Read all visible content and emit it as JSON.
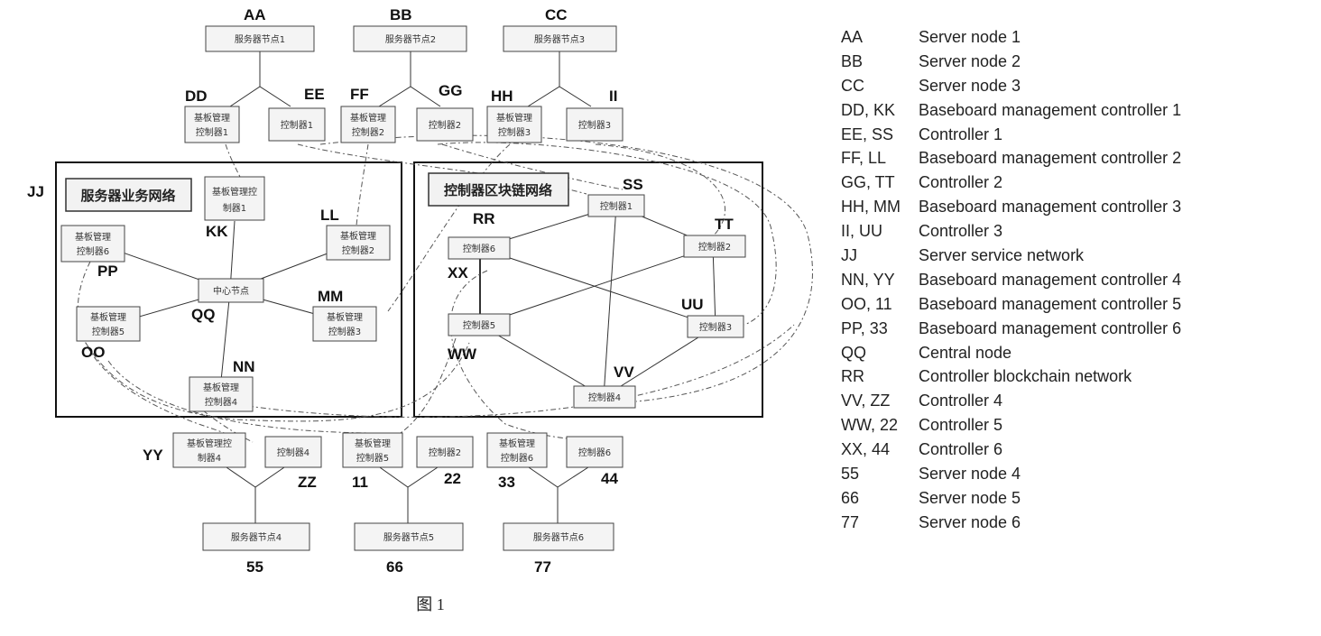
{
  "labels": {
    "AA": "AA",
    "BB": "BB",
    "CC": "CC",
    "DD": "DD",
    "EE": "EE",
    "FF": "FF",
    "GG": "GG",
    "HH": "HH",
    "II": "II",
    "JJ": "JJ",
    "KK": "KK",
    "LL": "LL",
    "MM": "MM",
    "NN": "NN",
    "OO": "OO",
    "PP": "PP",
    "QQ": "QQ",
    "RR": "RR",
    "SS": "SS",
    "TT": "TT",
    "UU": "UU",
    "VV": "VV",
    "WW": "WW",
    "XX": "XX",
    "YY": "YY",
    "ZZ": "ZZ",
    "L11": "11",
    "L22": "22",
    "L33": "33",
    "L44": "44",
    "L55": "55",
    "L66": "66",
    "L77": "77"
  },
  "boxes": {
    "server1": "服务器节点1",
    "server2": "服务器节点2",
    "server3": "服务器节点3",
    "server4": "服务器节点4",
    "server5": "服务器节点5",
    "server6": "服务器节点6",
    "bmc1_top": [
      "基板管理",
      "控制器1"
    ],
    "ctrl1_top": "控制器1",
    "bmc2_top": [
      "基板管理",
      "控制器2"
    ],
    "ctrl2_top": "控制器2",
    "bmc3_top": [
      "基板管理",
      "控制器3"
    ],
    "ctrl3_top": "控制器3",
    "ssn_bmc1": [
      "基板管理控",
      "制器1"
    ],
    "ssn_bmc2": [
      "基板管理",
      "控制器2"
    ],
    "ssn_bmc3": [
      "基板管理",
      "控制器3"
    ],
    "ssn_bmc4": [
      "基板管理",
      "控制器4"
    ],
    "ssn_bmc5": [
      "基板管理",
      "控制器5"
    ],
    "ssn_bmc6": [
      "基板管理",
      "控制器6"
    ],
    "center": "中心节点",
    "cbn_ctrl1": "控制器1",
    "cbn_ctrl2": "控制器2",
    "cbn_ctrl3": "控制器3",
    "cbn_ctrl4": "控制器4",
    "cbn_ctrl5": "控制器5",
    "cbn_ctrl6": "控制器6",
    "bmc4_bot": [
      "基板管理控",
      "制器4"
    ],
    "ctrl4_bot": "控制器4",
    "bmc5_bot": [
      "基板管理",
      "控制器5"
    ],
    "ctrl5_bot": "控制器2",
    "bmc6_bot": [
      "基板管理",
      "控制器6"
    ],
    "ctrl6_bot": "控制器6"
  },
  "network_titles": {
    "server_service": "服务器业务网络",
    "controller_blockchain": "控制器区块链网络"
  },
  "caption": "图 1",
  "legend": [
    {
      "code": "AA",
      "text": "Server node 1"
    },
    {
      "code": "BB",
      "text": "Server node 2"
    },
    {
      "code": "CC",
      "text": "Server node 3"
    },
    {
      "code": "DD, KK",
      "text": "Baseboard management controller 1"
    },
    {
      "code": "EE, SS",
      "text": "Controller 1"
    },
    {
      "code": "FF, LL",
      "text": "Baseboard management controller 2"
    },
    {
      "code": "GG, TT",
      "text": "Controller 2"
    },
    {
      "code": "HH, MM",
      "text": "Baseboard management controller 3"
    },
    {
      "code": "II, UU",
      "text": "Controller 3"
    },
    {
      "code": "JJ",
      "text": "Server service network"
    },
    {
      "code": "NN, YY",
      "text": "Baseboard management controller 4"
    },
    {
      "code": "OO, 11",
      "text": "Baseboard management controller 5"
    },
    {
      "code": "PP, 33",
      "text": "Baseboard management controller 6"
    },
    {
      "code": "QQ",
      "text": "Central node"
    },
    {
      "code": "RR",
      "text": "Controller blockchain network"
    },
    {
      "code": "VV, ZZ",
      "text": "Controller 4"
    },
    {
      "code": "WW, 22",
      "text": "Controller 5"
    },
    {
      "code": "XX, 44",
      "text": "Controller 6"
    },
    {
      "code": "55",
      "text": "Server node 4"
    },
    {
      "code": "66",
      "text": "Server node 5"
    },
    {
      "code": "77",
      "text": "Server node 6"
    }
  ]
}
